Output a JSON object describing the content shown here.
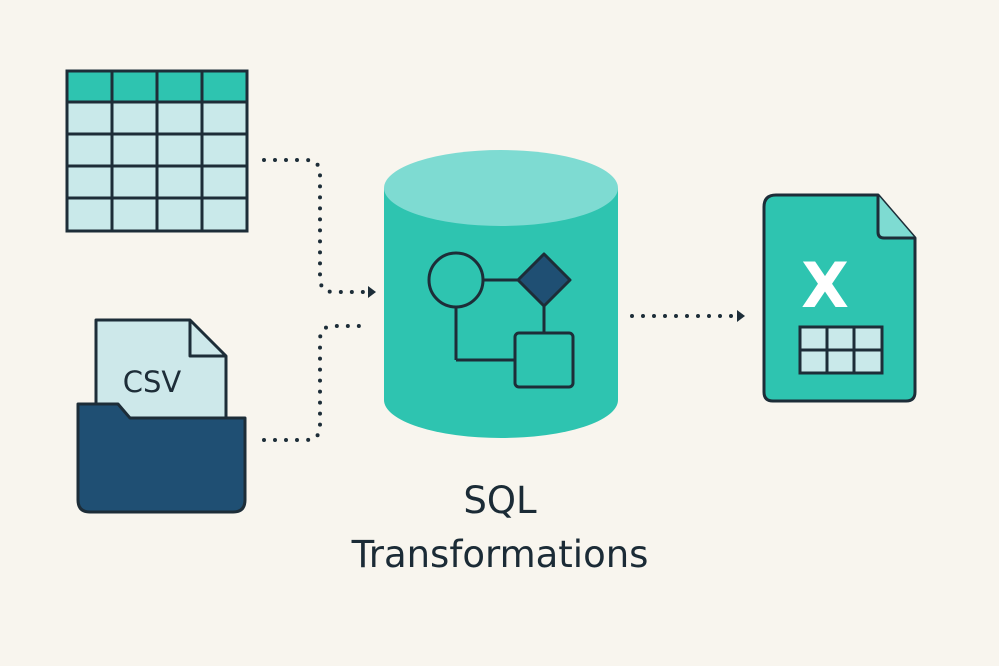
{
  "colors": {
    "background": "#f8f5ee",
    "outline": "#1d2d38",
    "teal": "#2ec4b0",
    "teal_light": "#7edbd2",
    "table_cell": "#c9e9ea",
    "navy": "#1f4f73",
    "paper": "#cde8ea"
  },
  "sources": {
    "table_icon": "table-grid-icon",
    "csv_icon": "csv-folder-icon",
    "csv_label": "CSV"
  },
  "process": {
    "icon": "database-cylinder-icon",
    "flow_icon": "flowchart-icon",
    "title_line1": "SQL",
    "title_line2": "Transformations"
  },
  "output": {
    "icon": "excel-file-icon",
    "letter": "X"
  },
  "connectors": [
    "dotted-arrow",
    "dotted-arrow",
    "dotted-arrow"
  ]
}
